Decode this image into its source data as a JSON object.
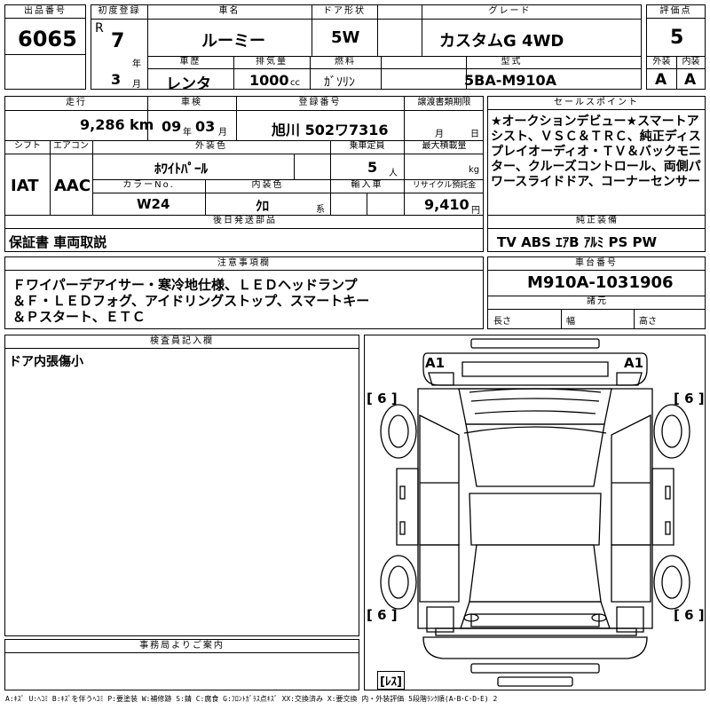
{
  "lot": {
    "label": "出品番号",
    "value": "6065"
  },
  "first_reg": {
    "label": "初度登録",
    "era": "R",
    "year": "7",
    "year_unit": "年",
    "month": "3",
    "month_unit": "月"
  },
  "car_name": {
    "label": "車名",
    "value": "ルーミー"
  },
  "door": {
    "label": "ドア形状",
    "value": "5W"
  },
  "grade": {
    "label": "グレード",
    "value": "カスタムG 4WD"
  },
  "score": {
    "label": "評価点",
    "value": "5",
    "ext_label": "外装",
    "int_label": "内装",
    "ext_value": "A",
    "int_value": "A"
  },
  "history": {
    "label": "車歴",
    "value": "レンタ"
  },
  "displacement": {
    "label": "排気量",
    "value": "1000",
    "unit": "cc"
  },
  "fuel": {
    "label": "燃料",
    "value": "ｶﾞｿﾘﾝ"
  },
  "model": {
    "label": "型式",
    "value": "5BA-M910A"
  },
  "mileage": {
    "label": "走行",
    "value": "9,286",
    "unit": "km"
  },
  "inspection": {
    "label": "車検",
    "year": "09",
    "year_unit": "年",
    "month": "03",
    "month_unit": "月"
  },
  "plate": {
    "label": "登録番号",
    "value": "旭川 502ワ7316"
  },
  "transfer": {
    "label": "譲渡書類期限",
    "month_unit": "月",
    "day_unit": "日"
  },
  "sales": {
    "label": "セールスポイント",
    "text": "★オークションデビュー★スマートアシスト、ＶＳＣ＆ＴＲＣ、純正ディスプレイオーディオ・ＴＶ＆バックモニター、クルーズコントロール、両側パワースライドドア、コーナーセンサー"
  },
  "shift": {
    "label": "シフト",
    "value": "IAT"
  },
  "ac": {
    "label": "エアコン",
    "value": "AAC"
  },
  "ext_color": {
    "label": "外装色",
    "value": "ﾎﾜｲﾄﾊﾟｰﾙ"
  },
  "capacity": {
    "label": "乗車定員",
    "value": "5",
    "unit": "人"
  },
  "max_load": {
    "label": "最大積載量",
    "unit": "kg"
  },
  "color_no": {
    "label": "カラーNo.",
    "value": "W24"
  },
  "int_color": {
    "label": "内装色",
    "value": "ｸﾛ",
    "unit": "系"
  },
  "import": {
    "label": "輸入車"
  },
  "recycle": {
    "label": "リサイクル預託金",
    "value": "9,410",
    "unit": "円"
  },
  "later": {
    "label": "後日発送部品",
    "value": "保証書 車両取説"
  },
  "equipment": {
    "label": "純正装備",
    "value": "TV ABS ｴｱB ｱﾙﾐ PS PW"
  },
  "notes": {
    "label": "注意事項欄",
    "line1": "Ｆワイパーデアイサー・寒冷地仕様、ＬＥＤヘッドランプ",
    "line2": "＆Ｆ・ＬＥＤフォグ、アイドリングストップ、スマートキー",
    "line3": "＆Ｐスタート、ＥＴＣ"
  },
  "chassis": {
    "label": "車台番号",
    "value": "M910A-1031906"
  },
  "specs": {
    "label": "諸元",
    "length": "長さ",
    "width": "幅",
    "height": "高さ"
  },
  "inspector": {
    "label": "検査員記入欄",
    "value": "ドア内張傷小"
  },
  "office": {
    "label": "事務局よりご案内"
  },
  "diagram": {
    "a1_left": "A1",
    "a1_right": "A1",
    "tire_fl": "[ 6 ]",
    "tire_fr": "[ 6 ]",
    "tire_rl": "[ 6 ]",
    "tire_rr": "[ 6 ]",
    "spare": "[ﾚｽ]"
  },
  "legend": "A:ｷｽﾞ U:ﾍｺﾐ B:ｷｽﾞを伴うﾍｺﾐ P:要塗装 W:補修跡 S:錆 C:腐食 G:ﾌﾛﾝﾄｶﾞﾗｽ点ｷｽﾞ XX:交換済み X:要交換 内・外装評価 5段階ﾗﾝｸ順(A･B･C･D･E) 2"
}
